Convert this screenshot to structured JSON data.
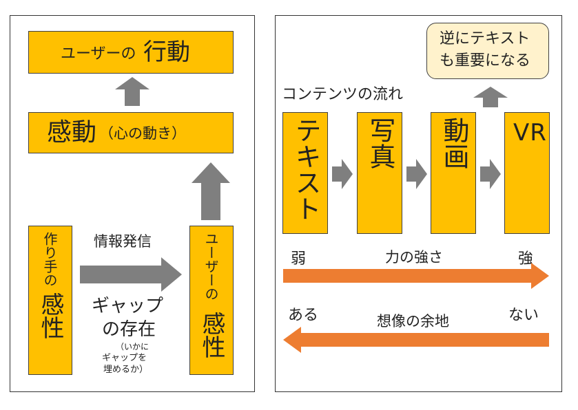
{
  "left": {
    "behavior": {
      "prefix": "ユーザーの",
      "main": "行動"
    },
    "emotion": {
      "main": "感動",
      "sub": "（心の動き）"
    },
    "creator": {
      "small": "作り手の",
      "big": "感性"
    },
    "user": {
      "small": "ユーザーの",
      "big": "感性"
    },
    "transmission": "情報発信",
    "gap": {
      "line1": "ギャップ",
      "line2": "の存在"
    },
    "note": {
      "line1": "（いかに",
      "line2": "ギャップを",
      "line3": "埋めるか）"
    }
  },
  "right": {
    "bubble": {
      "line1": "逆にテキスト",
      "line2": "も重要になる"
    },
    "flow_label": "コンテンツの流れ",
    "stages": [
      "テキスト",
      "写真",
      "動画",
      "VR"
    ],
    "strength": {
      "left": "弱",
      "center": "力の強さ",
      "right": "強"
    },
    "imagination": {
      "left": "ある",
      "center": "想像の余地",
      "right": "ない"
    }
  },
  "colors": {
    "box": "#FFC000",
    "arrow_gray": "#7F7F7F",
    "arrow_orange": "#ED7D31",
    "bubble": "#FFF2CC"
  }
}
